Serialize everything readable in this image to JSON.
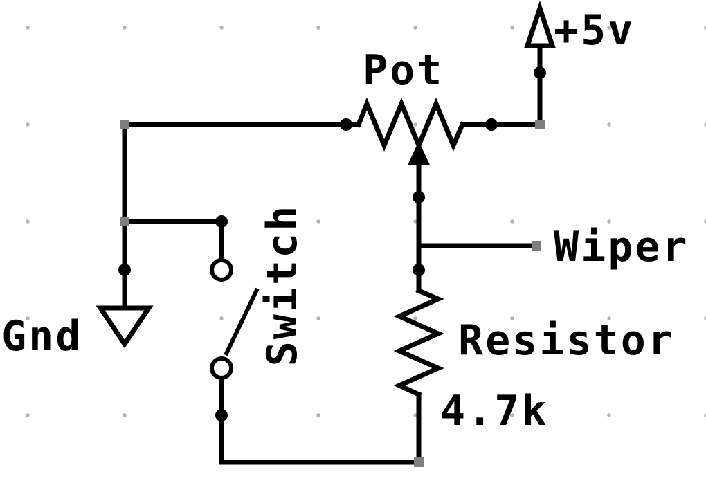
{
  "diagram": {
    "type": "circuit-schematic",
    "labels": {
      "supply": "+5v",
      "pot": "Pot",
      "wiper": "Wiper",
      "resistor": "Resistor",
      "resistor_value": "4.7k",
      "ground": "Gnd",
      "switch": "Switch"
    },
    "colors": {
      "line": "#000000",
      "terminal_square": "#7f7f7f",
      "grid_dot": "#b4b4b4",
      "background": "#ffffff"
    },
    "components": [
      {
        "id": "pot",
        "type": "potentiometer",
        "label": "Pot"
      },
      {
        "id": "resistor",
        "type": "resistor",
        "label": "Resistor",
        "value": "4.7k"
      },
      {
        "id": "switch",
        "type": "switch",
        "label": "Switch"
      },
      {
        "id": "ground",
        "type": "ground",
        "label": "Gnd"
      },
      {
        "id": "supply",
        "type": "power-rail",
        "label": "+5v"
      },
      {
        "id": "wiper",
        "type": "net-label",
        "label": "Wiper"
      }
    ]
  }
}
